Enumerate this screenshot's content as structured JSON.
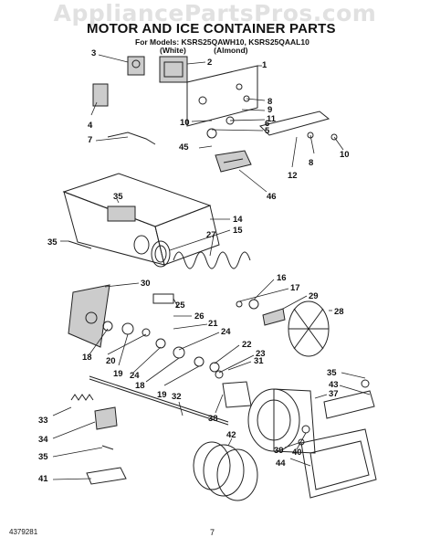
{
  "watermark": "AppliancePartsPros.com",
  "title": "MOTOR AND ICE CONTAINER PARTS",
  "models_line": "For Models: KSRS25QAWH10, KSRS25QAAL10",
  "variants": [
    "(White)",
    "(Almond)"
  ],
  "footer": {
    "part_number": "4379281",
    "page": "7"
  },
  "callouts": [
    "1",
    "2",
    "3",
    "4",
    "5",
    "6",
    "7",
    "8",
    "8",
    "9",
    "10",
    "10",
    "11",
    "12",
    "14",
    "15",
    "16",
    "17",
    "18",
    "18",
    "19",
    "19",
    "20",
    "21",
    "22",
    "23",
    "24",
    "24",
    "25",
    "26",
    "27",
    "28",
    "29",
    "30",
    "31",
    "32",
    "33",
    "34",
    "35",
    "35",
    "35",
    "35",
    "37",
    "38",
    "39",
    "40",
    "41",
    "42",
    "43",
    "44",
    "45",
    "46"
  ]
}
